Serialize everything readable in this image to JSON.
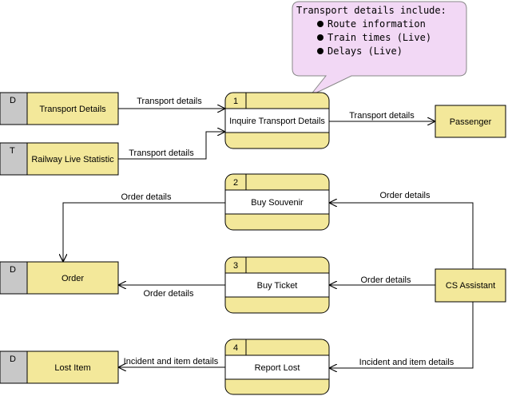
{
  "callout": {
    "title": "Transport details include:",
    "items": [
      "Route information",
      "Train times (Live)",
      "Delays (Live)"
    ],
    "fill": "#f2d8f5"
  },
  "stores": [
    {
      "id": "D",
      "label": "Transport Details"
    },
    {
      "id": "T",
      "label": "Railway Live Statistic"
    },
    {
      "id": "D",
      "label": "Order"
    },
    {
      "id": "D",
      "label": "Lost Item"
    }
  ],
  "processes": [
    {
      "number": "1",
      "label": "Inquire Transport Details"
    },
    {
      "number": "2",
      "label": "Buy Souvenir"
    },
    {
      "number": "3",
      "label": "Buy Ticket"
    },
    {
      "number": "4",
      "label": "Report Lost"
    }
  ],
  "entities": [
    {
      "label": "Passenger"
    },
    {
      "label": "CS Assistant"
    }
  ],
  "flows": {
    "transport_in_1": "Transport details",
    "transport_in_2": "Transport details",
    "transport_out": "Transport details",
    "order_souvenir_in": "Order details",
    "order_souvenir_out": "Order details",
    "order_ticket_in": "Order details",
    "order_ticket_out": "Order details",
    "incident_in": "Incident and item details",
    "incident_out": "Incident and item details"
  },
  "colors": {
    "box": "#f3e89a",
    "side": "#c8c8c8"
  }
}
